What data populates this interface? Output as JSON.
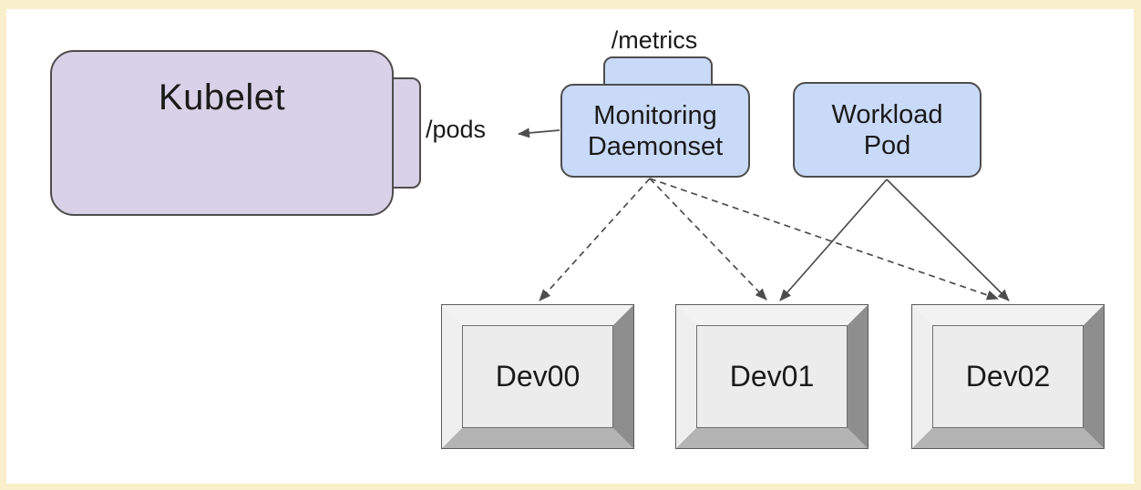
{
  "diagram": {
    "type": "architecture-diagram",
    "colors": {
      "page_border": "#FAEFCB",
      "canvas": "#FFFFFF",
      "lavender_fill": "#D8D1E7",
      "blue_fill": "#C9DAF8",
      "box_border": "#4D4D4D",
      "arrow": "#4D4D4D",
      "device_face": "#ECECEC",
      "device_bevel_light": "#F2F2F2",
      "device_bevel_dark": "#8E8E8E",
      "text": "#1A1A1A"
    },
    "nodes": {
      "kubelet": {
        "label": "Kubelet"
      },
      "pods_endpoint": {
        "label": "/pods"
      },
      "metrics_endpoint": {
        "label": "/metrics"
      },
      "monitoring_daemonset": {
        "label": "Monitoring Daemonset",
        "label_line1": "Monitoring",
        "label_line2": "Daemonset"
      },
      "workload_pod": {
        "label": "Workload Pod",
        "label_line1": "Workload",
        "label_line2": "Pod"
      },
      "devices": [
        {
          "label": "Dev00"
        },
        {
          "label": "Dev01"
        },
        {
          "label": "Dev02"
        }
      ]
    },
    "edges": [
      {
        "from": "monitoring_daemonset",
        "to": "pods_endpoint",
        "style": "solid-arrow"
      },
      {
        "from": "monitoring_daemonset",
        "to": "dev00",
        "style": "dashed-arrow"
      },
      {
        "from": "monitoring_daemonset",
        "to": "dev01",
        "style": "dashed-arrow"
      },
      {
        "from": "monitoring_daemonset",
        "to": "dev02",
        "style": "dashed-arrow"
      },
      {
        "from": "workload_pod",
        "to": "dev01",
        "style": "solid-arrow"
      },
      {
        "from": "workload_pod",
        "to": "dev02",
        "style": "solid-arrow"
      }
    ]
  }
}
